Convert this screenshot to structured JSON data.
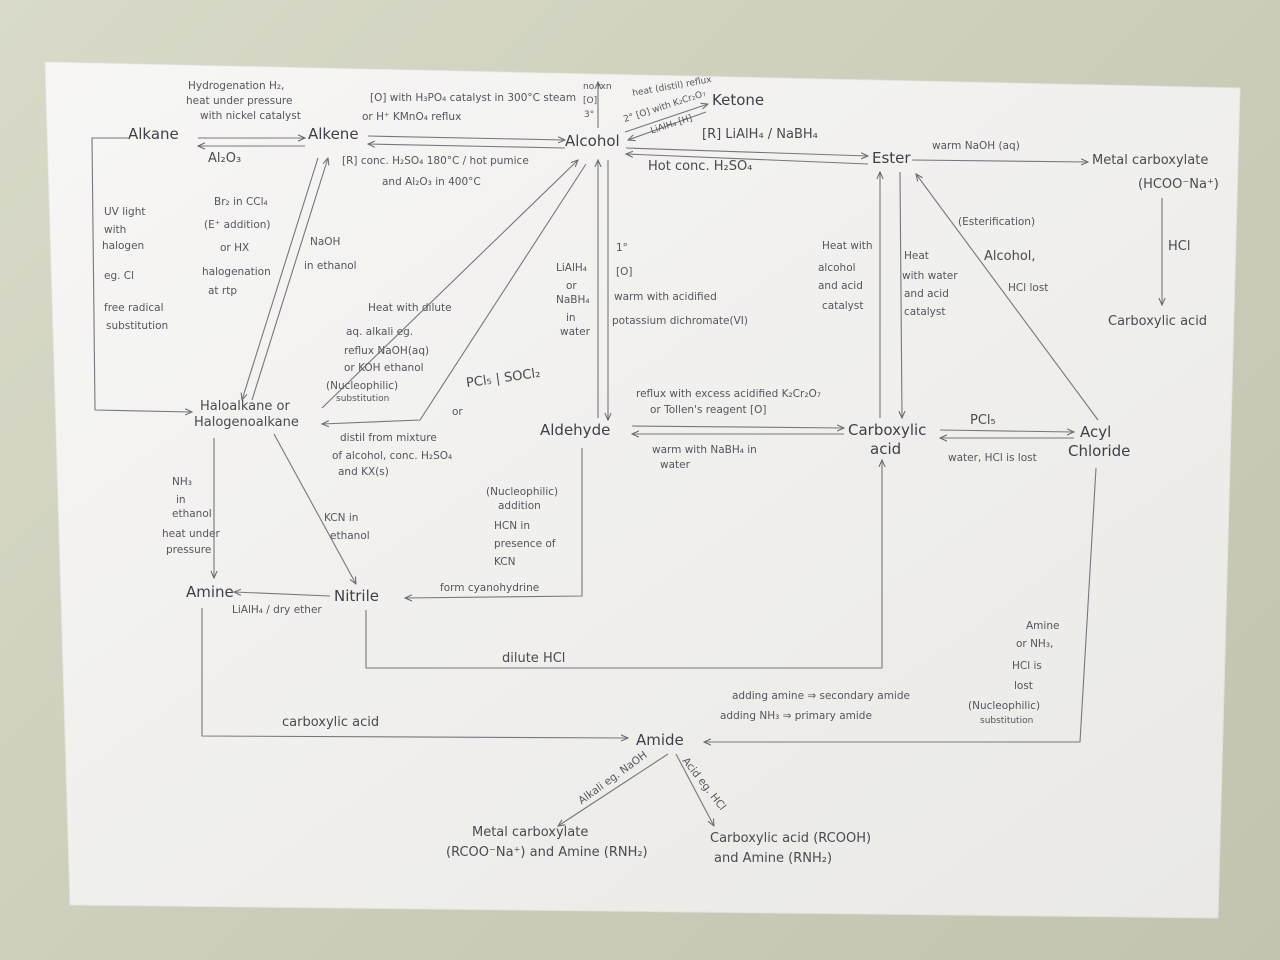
{
  "nodes": {
    "alkane": "Alkane",
    "alkene": "Alkene",
    "alcohol": "Alcohol",
    "ketone": "Ketone",
    "ester": "Ester",
    "metal_carboxylate": "Metal carboxylate",
    "metal_carboxylate_formula": "(HCOO⁻Na⁺)",
    "carboxylic_acid_right": "Carboxylic acid",
    "halogenoalkane_1": "Haloalkane or",
    "halogenoalkane_2": "Halogenoalkane",
    "aldehyde": "Aldehyde",
    "carboxylic_acid_1": "Carboxylic",
    "carboxylic_acid_2": "acid",
    "acyl_chloride_1": "Acyl",
    "acyl_chloride_2": "Chloride",
    "amine": "Amine",
    "nitrile": "Nitrile",
    "amide": "Amide",
    "amide_alkali_product_1": "Metal carboxylate",
    "amide_alkali_product_2": "(RCOO⁻Na⁺) and Amine (RNH₂)",
    "amide_acid_product_1": "Carboxylic acid (RCOOH)",
    "amide_acid_product_2": "and Amine (RNH₂)"
  },
  "conditions": {
    "hydrogenation_1": "Hydrogenation H₂,",
    "hydrogenation_2": "heat under pressure",
    "hydrogenation_3": "with nickel catalyst",
    "al2o3": "Al₂O₃",
    "hydration_1": "[O] with H₃PO₄ catalyst in 300°C steam",
    "hydration_2": "or H⁺ KMnO₄ reflux",
    "rxn_1": "no rxn",
    "rxn_2": "[O]",
    "rxn_3": "3°",
    "ketone_cond_1": "heat (distil) reflux",
    "ketone_cond_2": "2° [O] with K₂Cr₂O₇",
    "ketone_cond_3": "LiAlH₄ [H]",
    "alcohol_ester": "[R] LiAlH₄ / NaBH₄",
    "dehydration_1": "[R] conc. H₂SO₄ 180°C / hot pumice",
    "dehydration_2": "and Al₂O₃ in 400°C",
    "hot_conc": "Hot conc. H₂SO₄",
    "warm_naoh": "warm NaOH (aq)",
    "hcl_1": "HCl",
    "uv_1": "UV light",
    "uv_2": "with",
    "uv_3": "halogen",
    "uv_4": "eg. Cl",
    "uv_5": "free radical",
    "uv_6": "substitution",
    "br2_1": "Br₂ in CCl₄",
    "br2_2": "(E⁺ addition)",
    "br2_3": "or HX",
    "br2_4": "halogenation",
    "br2_5": "at rtp",
    "naoh_ethanol_1": "NaOH",
    "naoh_ethanol_2": "in ethanol",
    "dilute_alkali_1": "Heat with dilute",
    "dilute_alkali_2": "aq. alkali eg.",
    "dilute_alkali_3": "reflux NaOH(aq)",
    "dilute_alkali_4": "or KOH ethanol",
    "nucleophilic_sub_1": "(Nucleophilic)",
    "nucleophilic_sub_2": "substitution",
    "pcl5_socl2": "PCl₅ | SOCl₂",
    "or_1": "or",
    "distil_1": "distil from mixture",
    "distil_2": "of alcohol, conc. H₂SO₄",
    "distil_3": "and KX(s)",
    "lialh4_water_1": "LiAlH₄",
    "lialh4_water_2": "or",
    "lialh4_water_3": "NaBH₄",
    "lialh4_water_4": "in",
    "lialh4_water_5": "water",
    "primary_oxidation_1": "1°",
    "primary_oxidation_2": "[O]",
    "primary_oxidation_3": "warm with acidified",
    "primary_oxidation_4": "potassium dichromate(VI)",
    "ester_alcohol_1": "Heat with",
    "ester_alcohol_2": "alcohol",
    "ester_alcohol_3": "and acid",
    "ester_alcohol_4": "catalyst",
    "ester_hydrolysis_1": "Heat",
    "ester_hydrolysis_2": "with water",
    "ester_hydrolysis_3": "and acid",
    "ester_hydrolysis_4": "catalyst",
    "esterification_1": "(Esterification)",
    "esterification_2": "Alcohol,",
    "esterification_3": "HCl lost",
    "reflux_excess_1": "reflux with excess acidified K₂Cr₂O₇",
    "reflux_excess_2": "or Tollen's reagent [O]",
    "warm_nabh4_1": "warm with NaBH₄ in",
    "warm_nabh4_2": "water",
    "pcl5": "PCl₅",
    "water_hcl": "water, HCl is lost",
    "nh3_1": "NH₃",
    "nh3_2": "in",
    "nh3_3": "ethanol",
    "nh3_4": "heat under",
    "nh3_5": "pressure",
    "kcn_1": "KCN in",
    "kcn_2": "ethanol",
    "nucleophilic_add_1": "(Nucleophilic)",
    "nucleophilic_add_2": "addition",
    "hcn_1": "HCN in",
    "hcn_2": "presence of",
    "hcn_3": "KCN",
    "cyanohydrin": "form cyanohydrine",
    "lialh4_ether": "LiAlH₄ / dry ether",
    "dilute_hcl": "dilute HCl",
    "amine_nh3_1": "Amine",
    "amine_nh3_2": "or NH₃,",
    "amine_nh3_3": "HCl is",
    "amine_nh3_4": "lost",
    "nucleophilic_sub2_1": "(Nucleophilic)",
    "nucleophilic_sub2_2": "substitution",
    "adding_amine_1": "adding amine ⇒ secondary amide",
    "adding_amine_2": "adding NH₃ ⇒ primary amide",
    "carboxylic_acid_to_amide": "carboxylic acid",
    "alkali_naoh": "Alkali eg. NaOH",
    "acid_hcl": "Acid eg. HCl"
  },
  "colors": {
    "paper": "#f2f1ee",
    "ink": "#4a4a52",
    "wall": "#cfd0bf"
  }
}
